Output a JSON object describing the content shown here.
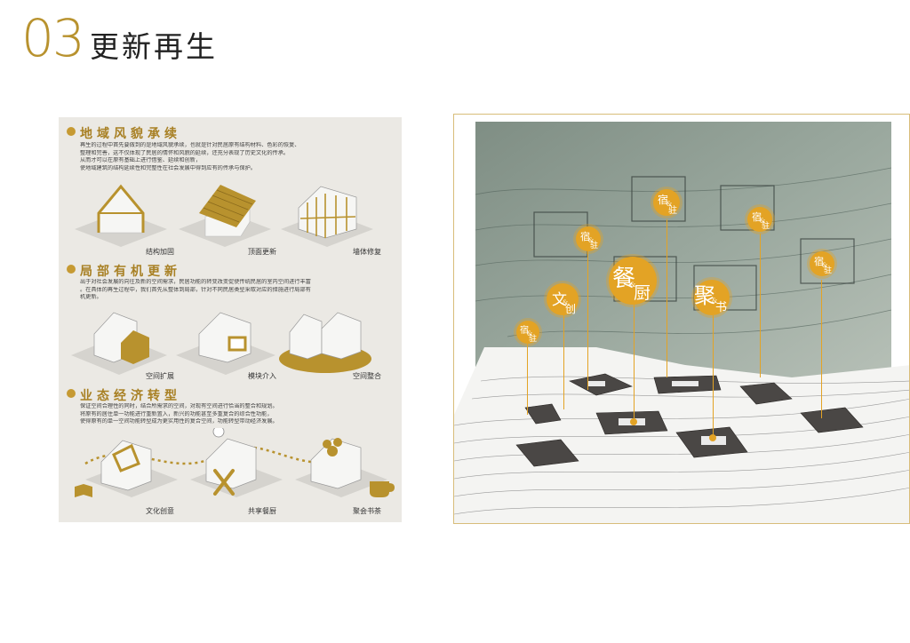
{
  "header": {
    "number": "03",
    "title": "更新再生"
  },
  "sections": [
    {
      "heading": "地域风貌承续",
      "lines": [
        "再生的过程中首先要做到的是地域风貌承续，也就是针对民居原有结构材料、色彩的恢复、",
        "整理和完善，这不仅体现了民居的情怀和风貌的延续，还充分表现了历史文化的传承。",
        "从而才可以在原有基础上进行借鉴、延续和创新，",
        "使地域建筑的结构延续性和完整性在社会发展中得到应有的传承与保护。"
      ],
      "captions": [
        "结构加固",
        "顶面更新",
        "墙体修复"
      ]
    },
    {
      "heading": "局部有机更新",
      "lines": [
        "出于对社会发展的向往及新的空间需求，民居功能的转变改变促使传统民居的室内空间进行丰富",
        "。在具体的再生过程中，我们首先从整体到局部，针对不同民居类型采取对应的措施进行局部有",
        "机更新。"
      ],
      "captions": [
        "空间扩展",
        "模块介入",
        "空间整合"
      ]
    },
    {
      "heading": "业态经济转型",
      "lines": [
        "保证空间合理性的同时，结合所需求的空间，对现有空间进行恰当的整合和规划。",
        "将原有的居住单一功能进行重新置入，新兴的功能甚至多重复合的综合性功能，",
        "使得原有的单一空间功能转型成为更实用性的复合空间，功能转型带动经济发展。"
      ],
      "captions": [
        "文化创意",
        "共享餐厨",
        "聚会书茶"
      ]
    }
  ],
  "pins": [
    {
      "a": "宿",
      "b": "&",
      "c": "驻"
    },
    {
      "a": "宿",
      "b": "&",
      "c": "驻"
    },
    {
      "a": "宿",
      "b": "&",
      "c": "驻"
    },
    {
      "a": "宿",
      "b": "&",
      "c": "驻"
    },
    {
      "a": "文",
      "b": "&",
      "c": "创"
    },
    {
      "a": "餐",
      "b": "&",
      "c": "厨"
    },
    {
      "a": "聚",
      "b": "&",
      "c": "书"
    },
    {
      "a": "宿",
      "b": "&",
      "c": "驻"
    }
  ],
  "colors": {
    "gold": "#b8922e",
    "pin": "#e3a325",
    "panel": "#ebe9e4"
  }
}
